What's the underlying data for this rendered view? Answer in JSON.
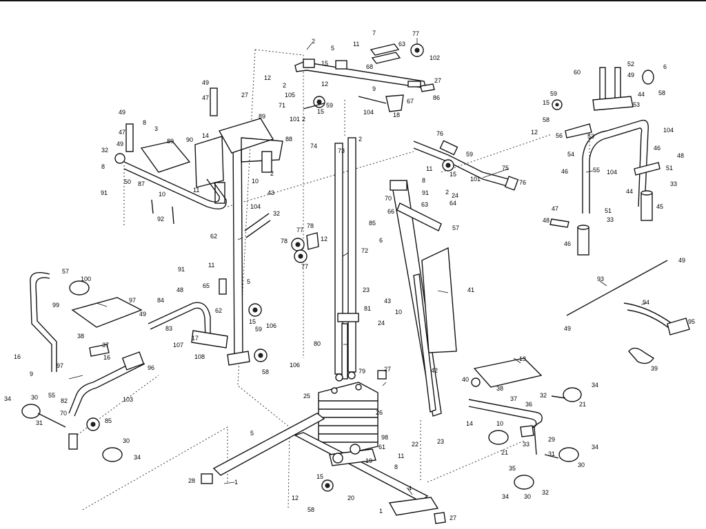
{
  "callouts": [
    {
      "id": "c-2a",
      "t": "2"
    },
    {
      "id": "c-5a",
      "t": "5"
    },
    {
      "id": "c-11a",
      "t": "11"
    },
    {
      "id": "c-7a",
      "t": "7"
    },
    {
      "id": "c-63",
      "t": "63"
    },
    {
      "id": "c-77a",
      "t": "77"
    },
    {
      "id": "c-102",
      "t": "102"
    },
    {
      "id": "c-15a",
      "t": "15"
    },
    {
      "id": "c-68",
      "t": "68"
    },
    {
      "id": "c-12a",
      "t": "12"
    },
    {
      "id": "c-2b",
      "t": "2"
    },
    {
      "id": "c-12b",
      "t": "12"
    },
    {
      "id": "c-9a",
      "t": "9"
    },
    {
      "id": "c-27a",
      "t": "27"
    },
    {
      "id": "c-105",
      "t": "105"
    },
    {
      "id": "c-71",
      "t": "71"
    },
    {
      "id": "c-101a",
      "t": "101"
    },
    {
      "id": "c-2c",
      "t": "2"
    },
    {
      "id": "c-59a",
      "t": "59"
    },
    {
      "id": "c-15b",
      "t": "15"
    },
    {
      "id": "c-104a",
      "t": "104"
    },
    {
      "id": "c-18",
      "t": "18"
    },
    {
      "id": "c-67",
      "t": "67"
    },
    {
      "id": "c-86",
      "t": "86"
    },
    {
      "id": "c-49a",
      "t": "49"
    },
    {
      "id": "c-47a",
      "t": "47"
    },
    {
      "id": "c-27b",
      "t": "27"
    },
    {
      "id": "c-49b",
      "t": "49"
    },
    {
      "id": "c-47b",
      "t": "47"
    },
    {
      "id": "c-8a",
      "t": "8"
    },
    {
      "id": "c-3a",
      "t": "3"
    },
    {
      "id": "c-89a",
      "t": "89"
    },
    {
      "id": "c-89b",
      "t": "89"
    },
    {
      "id": "c-88",
      "t": "88"
    },
    {
      "id": "c-32a",
      "t": "32"
    },
    {
      "id": "c-49c",
      "t": "49"
    },
    {
      "id": "c-90",
      "t": "90"
    },
    {
      "id": "c-14a",
      "t": "14"
    },
    {
      "id": "c-8b",
      "t": "8"
    },
    {
      "id": "c-50",
      "t": "50"
    },
    {
      "id": "c-87",
      "t": "87"
    },
    {
      "id": "c-91a",
      "t": "91"
    },
    {
      "id": "c-11b",
      "t": "11"
    },
    {
      "id": "c-10a",
      "t": "10"
    },
    {
      "id": "c-43a",
      "t": "43"
    },
    {
      "id": "c-10b",
      "t": "10"
    },
    {
      "id": "c-2d",
      "t": "2"
    },
    {
      "id": "c-104b",
      "t": "104"
    },
    {
      "id": "c-92",
      "t": "92"
    },
    {
      "id": "c-32b",
      "t": "32"
    },
    {
      "id": "c-62",
      "t": "62"
    },
    {
      "id": "c-74",
      "t": "74"
    },
    {
      "id": "c-73",
      "t": "73"
    },
    {
      "id": "c-2e",
      "t": "2"
    },
    {
      "id": "c-76a",
      "t": "76"
    },
    {
      "id": "c-59b",
      "t": "59"
    },
    {
      "id": "c-15c",
      "t": "15"
    },
    {
      "id": "c-101b",
      "t": "101"
    },
    {
      "id": "c-75",
      "t": "75"
    },
    {
      "id": "c-76b",
      "t": "76"
    },
    {
      "id": "c-11c",
      "t": "11"
    },
    {
      "id": "c-8c",
      "t": "8"
    },
    {
      "id": "c-70a",
      "t": "70"
    },
    {
      "id": "c-91b",
      "t": "91"
    },
    {
      "id": "c-63b",
      "t": "63"
    },
    {
      "id": "c-2f",
      "t": "2"
    },
    {
      "id": "c-24a",
      "t": "24"
    },
    {
      "id": "c-64",
      "t": "64"
    },
    {
      "id": "c-66",
      "t": "66"
    },
    {
      "id": "c-85a",
      "t": "85"
    },
    {
      "id": "c-6a",
      "t": "6"
    },
    {
      "id": "c-57a",
      "t": "57"
    },
    {
      "id": "c-77b",
      "t": "77"
    },
    {
      "id": "c-78a",
      "t": "78"
    },
    {
      "id": "c-12c",
      "t": "12"
    },
    {
      "id": "c-78b",
      "t": "78"
    },
    {
      "id": "c-77c",
      "t": "77"
    },
    {
      "id": "c-72",
      "t": "72"
    },
    {
      "id": "c-41",
      "t": "41"
    },
    {
      "id": "c-57b",
      "t": "57"
    },
    {
      "id": "c-100",
      "t": "100"
    },
    {
      "id": "c-99",
      "t": "99"
    },
    {
      "id": "c-97a",
      "t": "97"
    },
    {
      "id": "c-91c",
      "t": "91"
    },
    {
      "id": "c-11d",
      "t": "11"
    },
    {
      "id": "c-65",
      "t": "65"
    },
    {
      "id": "c-48a",
      "t": "48"
    },
    {
      "id": "c-84",
      "t": "84"
    },
    {
      "id": "c-49d",
      "t": "49"
    },
    {
      "id": "c-83",
      "t": "83"
    },
    {
      "id": "c-62b",
      "t": "62"
    },
    {
      "id": "c-5b",
      "t": "5"
    },
    {
      "id": "c-15d",
      "t": "15"
    },
    {
      "id": "c-59c",
      "t": "59"
    },
    {
      "id": "c-106a",
      "t": "106"
    },
    {
      "id": "c-23a",
      "t": "23"
    },
    {
      "id": "c-81",
      "t": "81"
    },
    {
      "id": "c-24b",
      "t": "24"
    },
    {
      "id": "c-43b",
      "t": "43"
    },
    {
      "id": "c-10c",
      "t": "10"
    },
    {
      "id": "c-38a",
      "t": "38"
    },
    {
      "id": "c-37a",
      "t": "37"
    },
    {
      "id": "c-16a",
      "t": "16"
    },
    {
      "id": "c-16b",
      "t": "16"
    },
    {
      "id": "c-97b",
      "t": "97"
    },
    {
      "id": "c-96",
      "t": "96"
    },
    {
      "id": "c-55",
      "t": "55"
    },
    {
      "id": "c-82",
      "t": "82"
    },
    {
      "id": "c-103",
      "t": "103"
    },
    {
      "id": "c-107",
      "t": "107"
    },
    {
      "id": "c-108",
      "t": "108"
    },
    {
      "id": "c-17",
      "t": "17"
    },
    {
      "id": "c-80",
      "t": "80"
    },
    {
      "id": "c-79",
      "t": "79"
    },
    {
      "id": "c-58a",
      "t": "58"
    },
    {
      "id": "c-106b",
      "t": "106"
    },
    {
      "id": "c-27c",
      "t": "27"
    },
    {
      "id": "c-42",
      "t": "42"
    },
    {
      "id": "c-34a",
      "t": "34"
    },
    {
      "id": "c-30a",
      "t": "30"
    },
    {
      "id": "c-31a",
      "t": "31"
    },
    {
      "id": "c-70b",
      "t": "70"
    },
    {
      "id": "c-85b",
      "t": "85"
    },
    {
      "id": "c-30b",
      "t": "30"
    },
    {
      "id": "c-34b",
      "t": "34"
    },
    {
      "id": "c-25",
      "t": "25"
    },
    {
      "id": "c-26",
      "t": "26"
    },
    {
      "id": "c-98",
      "t": "98"
    },
    {
      "id": "c-61",
      "t": "61"
    },
    {
      "id": "c-22",
      "t": "22"
    },
    {
      "id": "c-23b",
      "t": "23"
    },
    {
      "id": "c-5c",
      "t": "5"
    },
    {
      "id": "c-28",
      "t": "28"
    },
    {
      "id": "c-1a",
      "t": "1"
    },
    {
      "id": "c-19",
      "t": "19"
    },
    {
      "id": "c-11e",
      "t": "11"
    },
    {
      "id": "c-8d",
      "t": "8"
    },
    {
      "id": "c-15e",
      "t": "15"
    },
    {
      "id": "c-20",
      "t": "20"
    },
    {
      "id": "c-12d",
      "t": "12"
    },
    {
      "id": "c-58b",
      "t": "58"
    },
    {
      "id": "c-4",
      "t": "4"
    },
    {
      "id": "c-1b",
      "t": "1"
    },
    {
      "id": "c-27d",
      "t": "27"
    },
    {
      "id": "c-13",
      "t": "13"
    },
    {
      "id": "c-40",
      "t": "40"
    },
    {
      "id": "c-38b",
      "t": "38"
    },
    {
      "id": "c-37b",
      "t": "37"
    },
    {
      "id": "c-36",
      "t": "36"
    },
    {
      "id": "c-32c",
      "t": "32"
    },
    {
      "id": "c-21a",
      "t": "21"
    },
    {
      "id": "c-34c",
      "t": "34"
    },
    {
      "id": "c-14b",
      "t": "14"
    },
    {
      "id": "c-10d",
      "t": "10"
    },
    {
      "id": "c-21b",
      "t": "21"
    },
    {
      "id": "c-29",
      "t": "29"
    },
    {
      "id": "c-33a",
      "t": "33"
    },
    {
      "id": "c-31b",
      "t": "31"
    },
    {
      "id": "c-30c",
      "t": "30"
    },
    {
      "id": "c-34d",
      "t": "34"
    },
    {
      "id": "c-35",
      "t": "35"
    },
    {
      "id": "c-30d",
      "t": "30"
    },
    {
      "id": "c-32d",
      "t": "32"
    },
    {
      "id": "c-34e",
      "t": "34"
    },
    {
      "id": "c-60",
      "t": "60"
    },
    {
      "id": "c-52",
      "t": "52"
    },
    {
      "id": "c-49e",
      "t": "49"
    },
    {
      "id": "c-6b",
      "t": "6"
    },
    {
      "id": "c-58c",
      "t": "58"
    },
    {
      "id": "c-44a",
      "t": "44"
    },
    {
      "id": "c-59d",
      "t": "59"
    },
    {
      "id": "c-15f",
      "t": "15"
    },
    {
      "id": "c-53a",
      "t": "53"
    },
    {
      "id": "c-58d",
      "t": "58"
    },
    {
      "id": "c-12e",
      "t": "12"
    },
    {
      "id": "c-56",
      "t": "56"
    },
    {
      "id": "c-53b",
      "t": "53"
    },
    {
      "id": "c-104c",
      "t": "104"
    },
    {
      "id": "c-54a",
      "t": "54"
    },
    {
      "id": "c-55b",
      "t": "55"
    },
    {
      "id": "c-46a",
      "t": "46"
    },
    {
      "id": "c-46b",
      "t": "46"
    },
    {
      "id": "c-48b",
      "t": "48"
    },
    {
      "id": "c-51a",
      "t": "51"
    },
    {
      "id": "c-33b",
      "t": "33"
    },
    {
      "id": "c-45",
      "t": "45"
    },
    {
      "id": "c-47c",
      "t": "47"
    },
    {
      "id": "c-48c",
      "t": "48"
    },
    {
      "id": "c-51b",
      "t": "51"
    },
    {
      "id": "c-33c",
      "t": "33"
    },
    {
      "id": "c-46c",
      "t": "46"
    },
    {
      "id": "c-44b",
      "t": "44"
    },
    {
      "id": "c-49f",
      "t": "49"
    },
    {
      "id": "c-93",
      "t": "93"
    },
    {
      "id": "c-49g",
      "t": "49"
    },
    {
      "id": "c-94",
      "t": "94"
    },
    {
      "id": "c-95",
      "t": "95"
    },
    {
      "id": "c-39",
      "t": "39"
    },
    {
      "id": "c-9b",
      "t": "9"
    },
    {
      "id": "c-104d",
      "t": "104"
    }
  ]
}
